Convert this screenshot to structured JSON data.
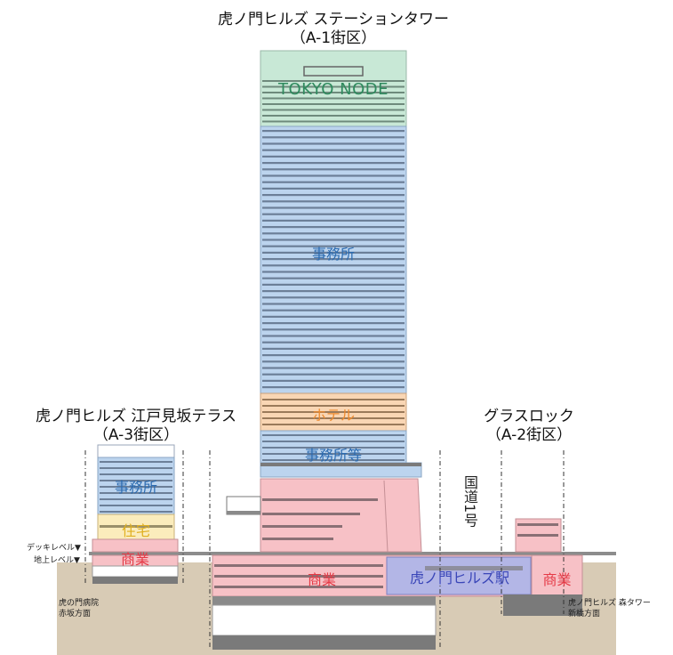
{
  "station_tower": {
    "title_line1": "虎ノ門ヒルズ ステーションタワー",
    "title_line2": "（A-1街区）",
    "label_top": "TOKYO NODE",
    "label_office": "事務所",
    "label_hotel": "ホテル",
    "label_office_etc": "事務所等",
    "label_commercial": "商業"
  },
  "edomizaka_terrace": {
    "title_line1": "虎ノ門ヒルズ 江戸見坂テラス",
    "title_line2": "（A-3街区）",
    "label_office": "事務所",
    "label_residence": "住宅",
    "label_commercial": "商業"
  },
  "glass_rock": {
    "title_line1": "グラスロック",
    "title_line2": "（A-2街区）",
    "label_commercial": "商業"
  },
  "station": {
    "label": "虎ノ門ヒルズ駅"
  },
  "route1": {
    "label": "国道1号"
  },
  "levels": {
    "deck": "デッキレベル▼",
    "ground": "地上レベル▼"
  },
  "notes": {
    "left_line1": "虎の門病院",
    "left_line2": "赤坂方面",
    "right_line1": "虎ノ門ヒルズ 森タワー",
    "right_line2": "新橋方面"
  },
  "colors": {
    "ground": "#d8cbb5",
    "commercial": "#f7c1c6",
    "office": "#bcd4ee",
    "top": "#c8e8d6",
    "hotel": "#f9d6b4",
    "residence": "#fbecbc",
    "station": "#b3b6e6",
    "commercial_text": "#e53945",
    "office_text": "#2a6ab0",
    "top_text": "#2f8a5e",
    "hotel_text": "#ee8a2e",
    "residence_text": "#e0b020",
    "station_text": "#3a46b8"
  }
}
